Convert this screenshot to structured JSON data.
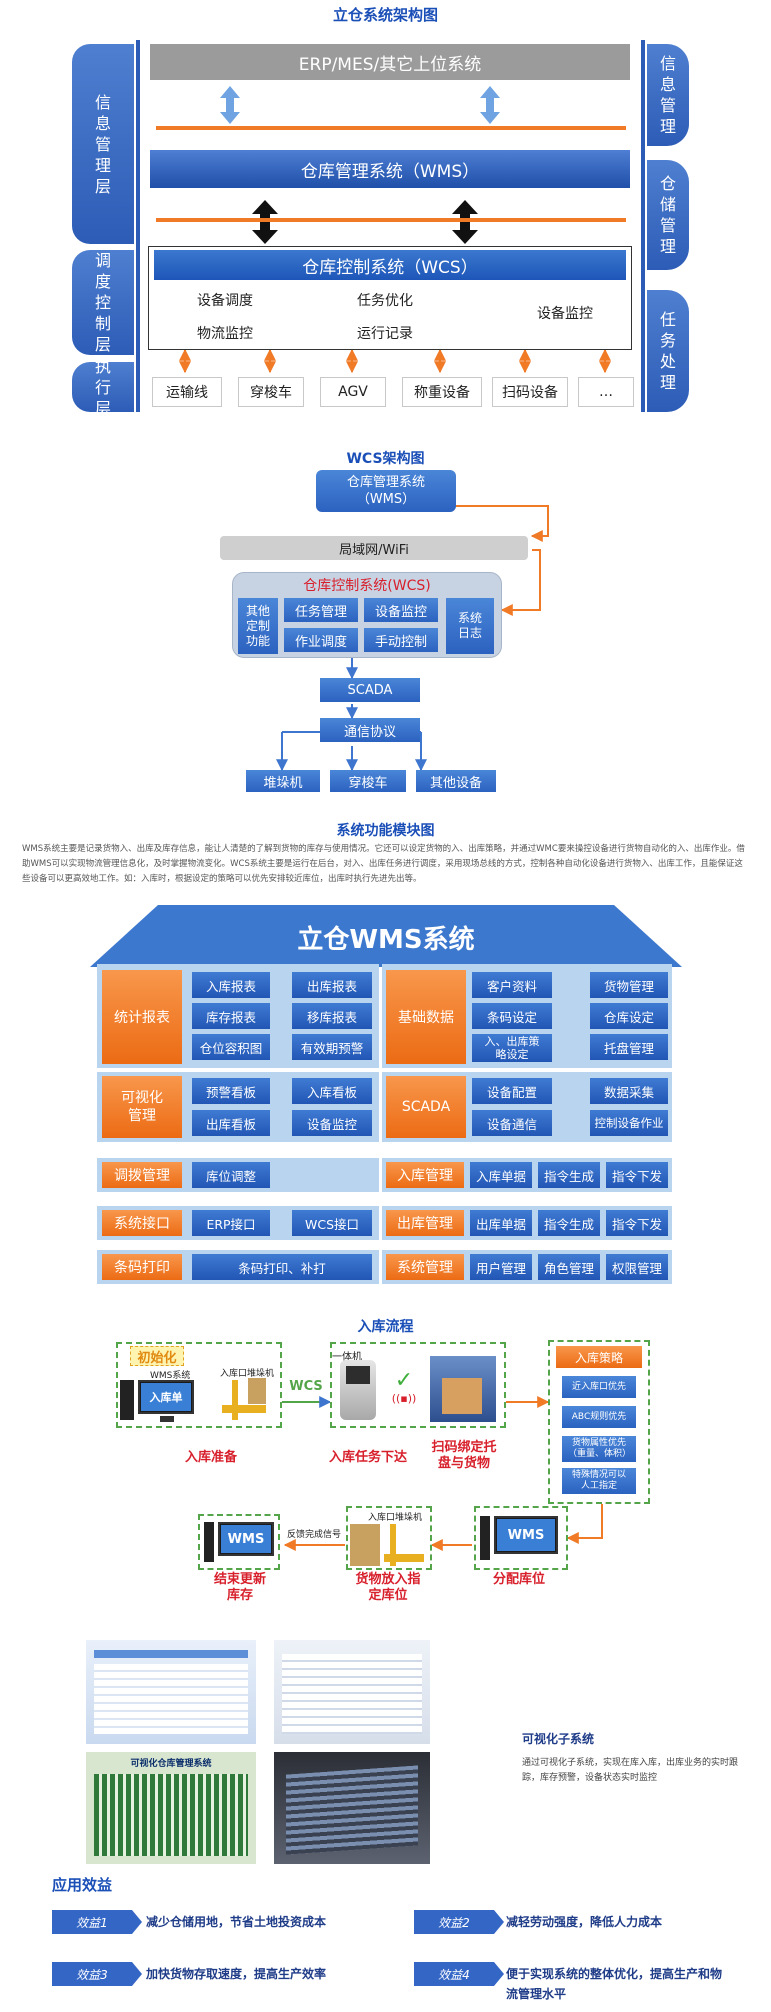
{
  "arch": {
    "title": "立仓系统架构图",
    "left_layers": [
      "信息管理层",
      "调度控制层",
      "执行层"
    ],
    "right_layers": [
      "信息管理",
      "仓储管理",
      "任务处理"
    ],
    "top_system": "ERP/MES/其它上位系统",
    "wms_bar": "仓库管理系统（WMS）",
    "wcs_bar": "仓库控制系统（WCS）",
    "wcs_cells": [
      "设备调度",
      "任务优化",
      "物流监控",
      "运行记录",
      "设备监控"
    ],
    "exec_items": [
      "运输线",
      "穿梭车",
      "AGV",
      "称重设备",
      "扫码设备",
      "…"
    ]
  },
  "wcs": {
    "title": "WCS架构图",
    "wms_box": "仓库管理系统（WMS）",
    "network": "局域网/WiFi",
    "wcs_title": "仓库控制系统(WCS)",
    "other_func": "其他定制功能",
    "task_mgmt": "任务管理",
    "device_monitor": "设备监控",
    "job_schedule": "作业调度",
    "manual_control": "手动控制",
    "system_log": "系统日志",
    "scada": "SCADA",
    "protocol": "通信协议",
    "devices": [
      "堆垛机",
      "穿梭车",
      "其他设备"
    ]
  },
  "modules": {
    "title": "系统功能模块图",
    "desc": "WMS系统主要是记录货物入、出库及库存信息，能让人清楚的了解到货物的库存与使用情况。它还可以设定货物的入、出库策略，并通过WMC要来操控设备进行货物自动化的入、出库作业。借助WMS可以实现物流管理信息化，及时掌握物流变化。WCS系统主要是运行在后台，对入、出库任务进行调度，采用现场总线的方式，控制各种自动化设备进行货物入、出库工作，且能保证这些设备可以更高效地工作。如：入库时，根据设定的策略可以优先安排较近库位，出库时执行先进先出等。",
    "roof": "立仓WMS系统",
    "stat": "统计报表",
    "stat_items": [
      "入库报表",
      "出库报表",
      "库存报表",
      "移库报表",
      "仓位容积图",
      "有效期预警"
    ],
    "basic": "基础数据",
    "basic_items": [
      "客户资料",
      "货物管理",
      "条码设定",
      "仓库设定",
      "入、出库策略设定",
      "托盘管理"
    ],
    "visual": "可视化管理",
    "visual_items": [
      "预警看板",
      "入库看板",
      "出库看板",
      "设备监控"
    ],
    "scada": "SCADA",
    "scada_items": [
      "设备配置",
      "数据采集",
      "设备通信",
      "控制设备作业"
    ],
    "transfer": "调拨管理",
    "transfer_item": "库位调整",
    "inbound": "入库管理",
    "inbound_items": [
      "入库单据",
      "指令生成",
      "指令下发"
    ],
    "iface": "系统接口",
    "iface_items": [
      "ERP接口",
      "WCS接口"
    ],
    "outbound": "出库管理",
    "outbound_items": [
      "出库单据",
      "指令生成",
      "指令下发"
    ],
    "barcode": "条码打印",
    "barcode_item": "条码打印、补打",
    "sysmgmt": "系统管理",
    "sysmgmt_items": [
      "用户管理",
      "角色管理",
      "权限管理"
    ]
  },
  "flow": {
    "title": "入库流程",
    "init": "初始化",
    "wms_sys": "WMS系统",
    "inbound_doc": "入库单",
    "stacker_entry": "入库口堆垛机",
    "wcs": "WCS",
    "kiosk": "一体机",
    "step1": "入库准备",
    "step2": "入库任务下达",
    "step3": "扫码绑定托盘与货物",
    "strategy": "入库策略",
    "strategies": [
      "近入库口优先",
      "ABC规则优先",
      "货物属性优先（重量、体积）",
      "特殊情况可以人工指定"
    ],
    "wms": "WMS",
    "feedback": "反馈完成信号",
    "step_end": "结束更新库存",
    "step_place": "货物放入指定库位",
    "step_alloc": "分配库位",
    "stacker_entry2": "入库口堆垛机"
  },
  "visual_sub": {
    "title": "可视化子系统",
    "desc": "通过可视化子系统，实现在库入库，出库业务的实时跟踪，库存预警，设备状态实时监控",
    "screen_title": "可视化仓库管理系统"
  },
  "effects": {
    "title": "应用效益",
    "items": [
      {
        "tag": "效益1",
        "text": "减少仓储用地，节省土地投资成本"
      },
      {
        "tag": "效益2",
        "text": "减轻劳动强度，降低人力成本"
      },
      {
        "tag": "效益3",
        "text": "加快货物存取速度，提高生产效率"
      },
      {
        "tag": "效益4",
        "text": "便于实现系统的整体优化，提高生产和物流管理水平"
      }
    ]
  },
  "colors": {
    "blue": "#2c5cb6",
    "orange": "#f07a25",
    "green": "#54a54a",
    "red": "#d8202c"
  }
}
